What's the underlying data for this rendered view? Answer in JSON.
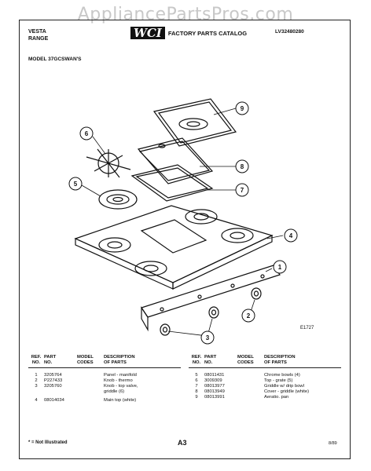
{
  "watermark": "AppliancePartsPros.com",
  "header": {
    "brand_line1": "VESTA",
    "brand_line2": "RANGE",
    "logo": "WCI",
    "catalog_title": "FACTORY PARTS CATALOG",
    "catalog_number": "LV32480280"
  },
  "model": "MODEL 37GCSWAN'S",
  "diagram": {
    "callouts": [
      "1",
      "2",
      "3",
      "4",
      "5",
      "6",
      "7",
      "8",
      "9"
    ],
    "figure_code": "E1727"
  },
  "parts_table": {
    "headers": {
      "ref": "REF.\nNO.",
      "part": "PART\nNO.",
      "model": "MODEL\nCODES",
      "desc": "DESCRIPTION\nOF PARTS"
    },
    "left_rows": [
      {
        "ref": "1",
        "part": "3205764",
        "model": "",
        "desc": "Panel - manifold"
      },
      {
        "ref": "2",
        "part": "P227433",
        "model": "",
        "desc": "Knob - thermo"
      },
      {
        "ref": "3",
        "part": "3205760",
        "model": "",
        "desc": "Knob - top valve,\ngriddle (6)"
      },
      {
        "ref": "4",
        "part": "08014034",
        "model": "",
        "desc": "Main top (white)"
      }
    ],
    "right_rows": [
      {
        "ref": "5",
        "part": "08011431",
        "model": "",
        "desc": "Chrome bowls (4)"
      },
      {
        "ref": "6",
        "part": "3009309",
        "model": "",
        "desc": "Top - grate (5)"
      },
      {
        "ref": "7",
        "part": "08013977",
        "model": "",
        "desc": "Griddle w/ drip bowl"
      },
      {
        "ref": "8",
        "part": "08013949",
        "model": "",
        "desc": "Cover - griddle (white)"
      },
      {
        "ref": "9",
        "part": "08013991",
        "model": "",
        "desc": "Aeratio. pan"
      }
    ]
  },
  "footer": {
    "note": "* = Not Illustrated",
    "page": "A3",
    "date": "8/89"
  }
}
